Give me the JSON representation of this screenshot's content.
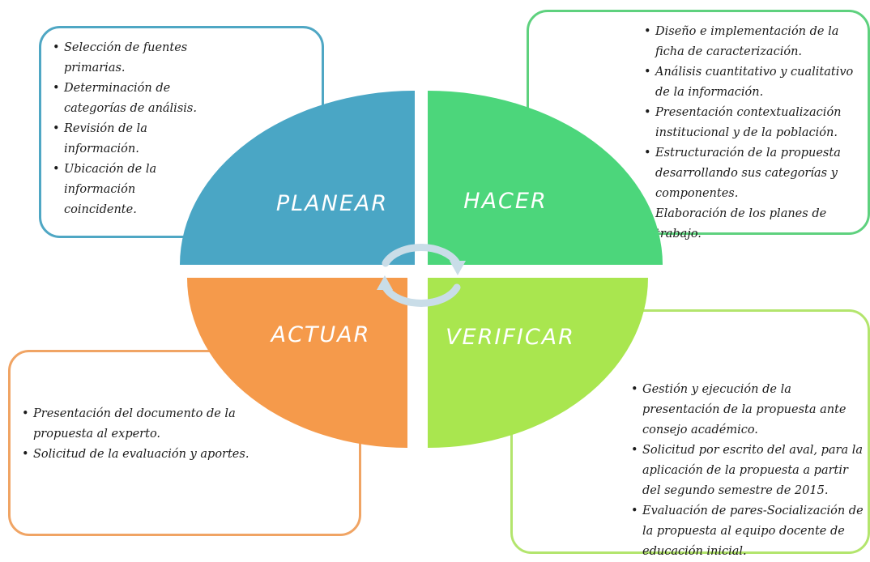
{
  "diagram": {
    "quadrants": [
      {
        "key": "planear",
        "label": "PLANEAR",
        "color": "#4aa6c5"
      },
      {
        "key": "hacer",
        "label": "HACER",
        "color": "#4cd67b"
      },
      {
        "key": "actuar",
        "label": "ACTUAR",
        "color": "#f59a4b"
      },
      {
        "key": "verificar",
        "label": "VERIFICAR",
        "color": "#a9e64f"
      }
    ],
    "cycle_arrow_color": "#c9dde8",
    "notes": {
      "planear": {
        "border_color": "#4fa7c4",
        "items": [
          "Selección de fuentes primarias.",
          "Determinación de categorías de análisis.",
          "Revisión de la información.",
          "Ubicación de la información coincidente."
        ]
      },
      "hacer": {
        "border_color": "#5ed17e",
        "items": [
          "Diseño e implementación de la ficha de caracterización.",
          "Análisis cuantitativo y cualitativo de la información.",
          "Presentación contextualización institucional y de la población.",
          "Estructuración de la propuesta desarrollando sus categorías y componentes.",
          "Elaboración de los planes de trabajo."
        ]
      },
      "actuar": {
        "border_color": "#f0a464",
        "items": [
          "Presentación del documento de la propuesta al experto.",
          "Solicitud de la evaluación y aportes."
        ]
      },
      "verificar": {
        "border_color": "#b3e56d",
        "items": [
          "Gestión y ejecución de la presentación de la propuesta ante consejo académico.",
          "Solicitud por escrito del aval, para la aplicación de la propuesta a partir del segundo semestre de 2015.",
          "Evaluación de pares-Socialización de la propuesta al equipo docente de educación inicial."
        ]
      }
    }
  }
}
